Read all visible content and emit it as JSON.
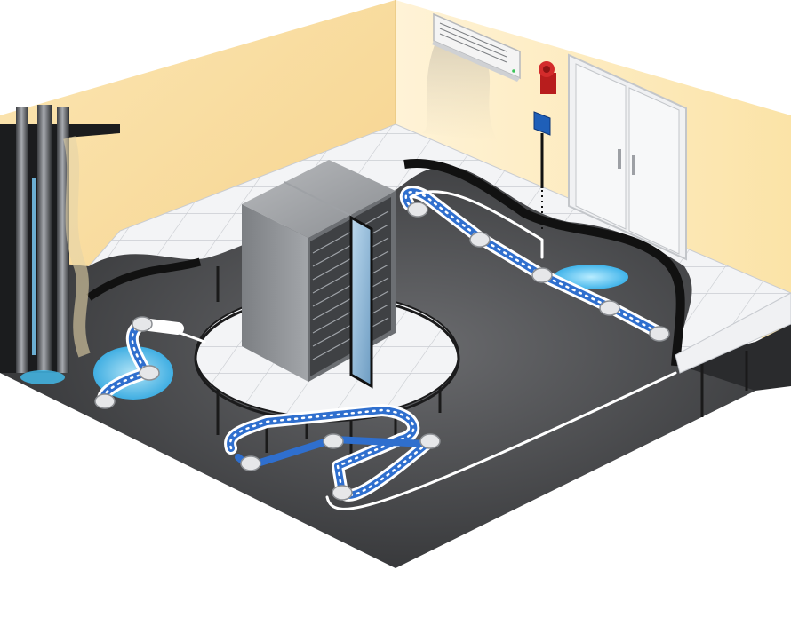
{
  "colors": {
    "wall": "#fbe3a9",
    "wall_shadow": "#f6d48a",
    "tile": "#f4f5f6",
    "subfloor": "#3a3b3d",
    "cable_blue": "#2f6fce",
    "water": "#35b8ee",
    "rack": "#8e9195",
    "alarm": "#cc2222",
    "panel": "#1f5fb8"
  },
  "icons": [
    "water-pipe-icon",
    "air-conditioner-icon",
    "alarm-bell-icon",
    "control-panel-icon",
    "server-rack-icon",
    "leak-sensor-icon",
    "door-icon"
  ],
  "sensor_cable": {
    "segments": [
      {
        "id": "sensor-cable-right",
        "sensors": 5
      },
      {
        "id": "sensor-cable-left",
        "sensors": 3
      },
      {
        "id": "sensor-cable-center",
        "sensors": 4
      }
    ]
  },
  "water_puddles": [
    "pipe-leak",
    "floor-leak-right"
  ]
}
